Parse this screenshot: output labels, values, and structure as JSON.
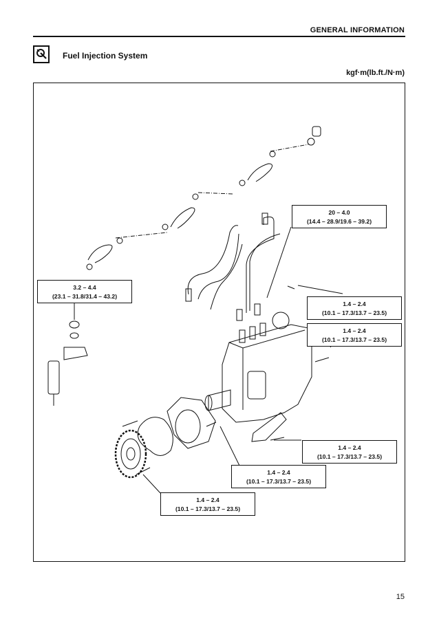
{
  "header": {
    "section": "GENERAL INFORMATION"
  },
  "title": {
    "icon": "service-wrench-icon",
    "text": "Fuel Injection System"
  },
  "units": "kgf·m(lb.ft./N·m)",
  "callouts": [
    {
      "line1": "20 – 4.0",
      "line2": "(14.4 – 28.9/19.6 – 39.2)"
    },
    {
      "line1": "3.2 – 4.4",
      "line2": "(23.1 – 31.8/31.4 – 43.2)"
    },
    {
      "line1": "1.4 – 2.4",
      "line2": "(10.1 – 17.3/13.7 – 23.5)"
    },
    {
      "line1": "1.4 – 2.4",
      "line2": "(10.1 – 17.3/13.7 – 23.5)"
    },
    {
      "line1": "1.4 – 2.4",
      "line2": "(10.1 – 17.3/13.7 – 23.5)"
    },
    {
      "line1": "1.4 – 2.4",
      "line2": "(10.1 – 17.3/13.7 – 23.5)"
    },
    {
      "line1": "1.4 – 2.4",
      "line2": "(10.1 – 17.3/13.7 – 23.5)"
    }
  ],
  "page_number": "15"
}
